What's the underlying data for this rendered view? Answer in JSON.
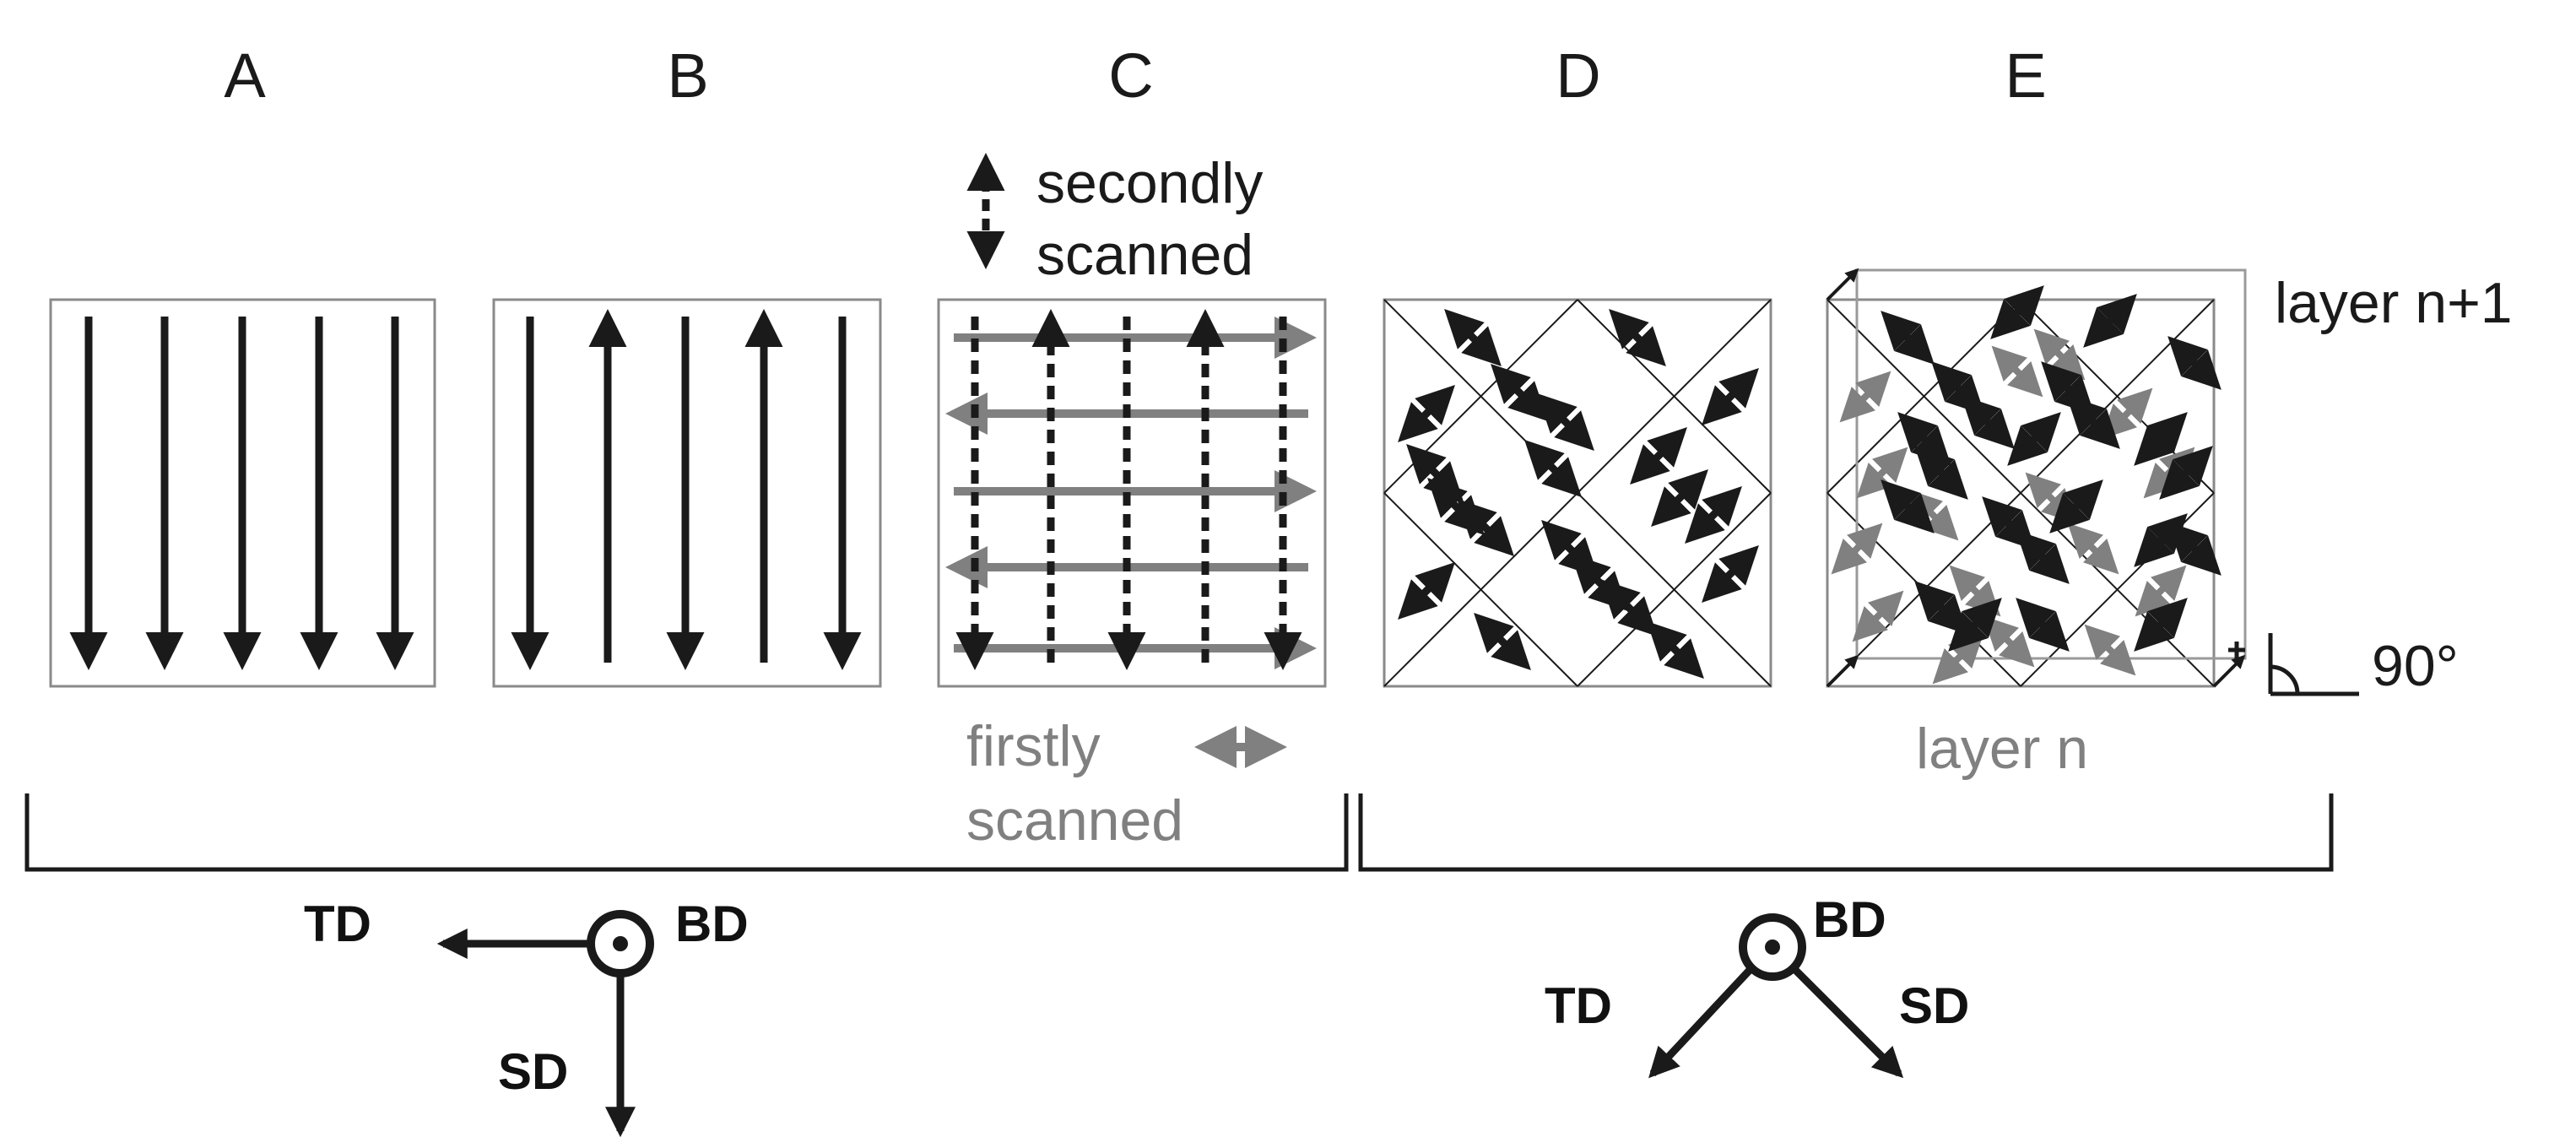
{
  "panels": {
    "a": {
      "label": "A"
    },
    "b": {
      "label": "B"
    },
    "c": {
      "label": "C",
      "second_label_1": "secondly",
      "second_label_2": "scanned",
      "first_label_1": "firstly",
      "first_label_2": "scanned"
    },
    "d": {
      "label": "D"
    },
    "e": {
      "label": "E",
      "top_label": "layer n+1",
      "bottom_label": "layer n",
      "rotation_label": "90°"
    }
  },
  "axes_left": {
    "td": "TD",
    "bd": "BD",
    "sd": "SD"
  },
  "axes_right": {
    "td": "TD",
    "bd": "BD",
    "sd": "SD"
  },
  "colors": {
    "dark": "#1a1a1a",
    "grey": "#808080",
    "frame": "#8a8a8a"
  }
}
